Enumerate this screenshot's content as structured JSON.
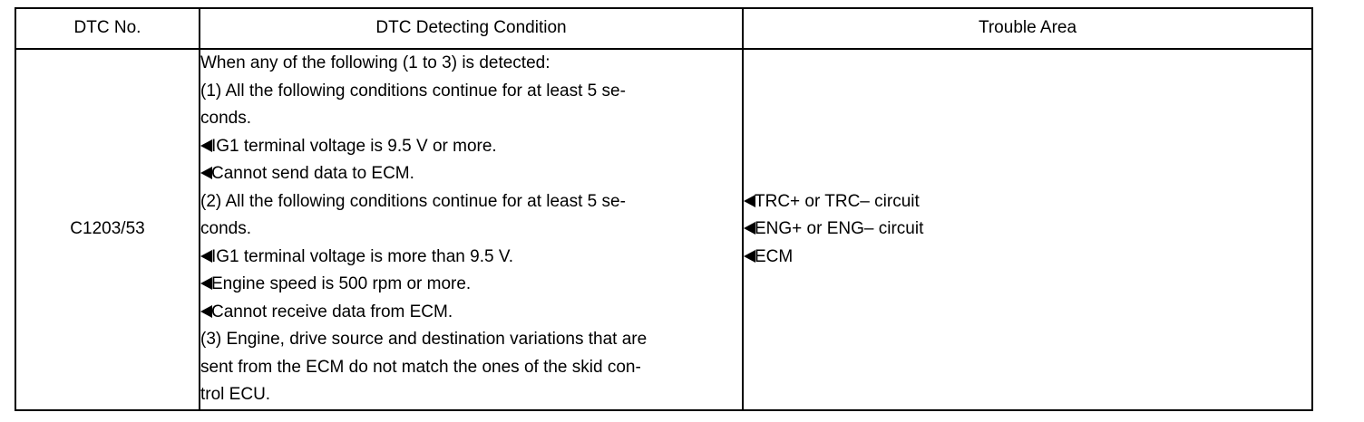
{
  "table": {
    "headers": {
      "dtc_no": "DTC No.",
      "condition": "DTC Detecting Condition",
      "trouble_area": "Trouble Area"
    },
    "row": {
      "dtc_code": "C1203/53",
      "condition_lines": [
        "When any of the following (1 to 3) is detected:",
        "(1) All the following conditions continue for at least 5 se-",
        "conds.",
        "IG1 terminal voltage is 9.5 V or more.",
        "Cannot send data to ECM.",
        "(2) All the following conditions continue for at least 5 se-",
        "conds.",
        "IG1 terminal voltage is more than 9.5 V.",
        "Engine speed is 500 rpm or more.",
        "Cannot receive data from ECM.",
        "(3) Engine, drive source and destination variations that are",
        "sent from the ECM do not match the ones of the skid con-",
        "trol ECU."
      ],
      "trouble_items": [
        "TRC+ or TRC– circuit",
        "ENG+ or ENG– circuit",
        "ECM"
      ]
    }
  }
}
